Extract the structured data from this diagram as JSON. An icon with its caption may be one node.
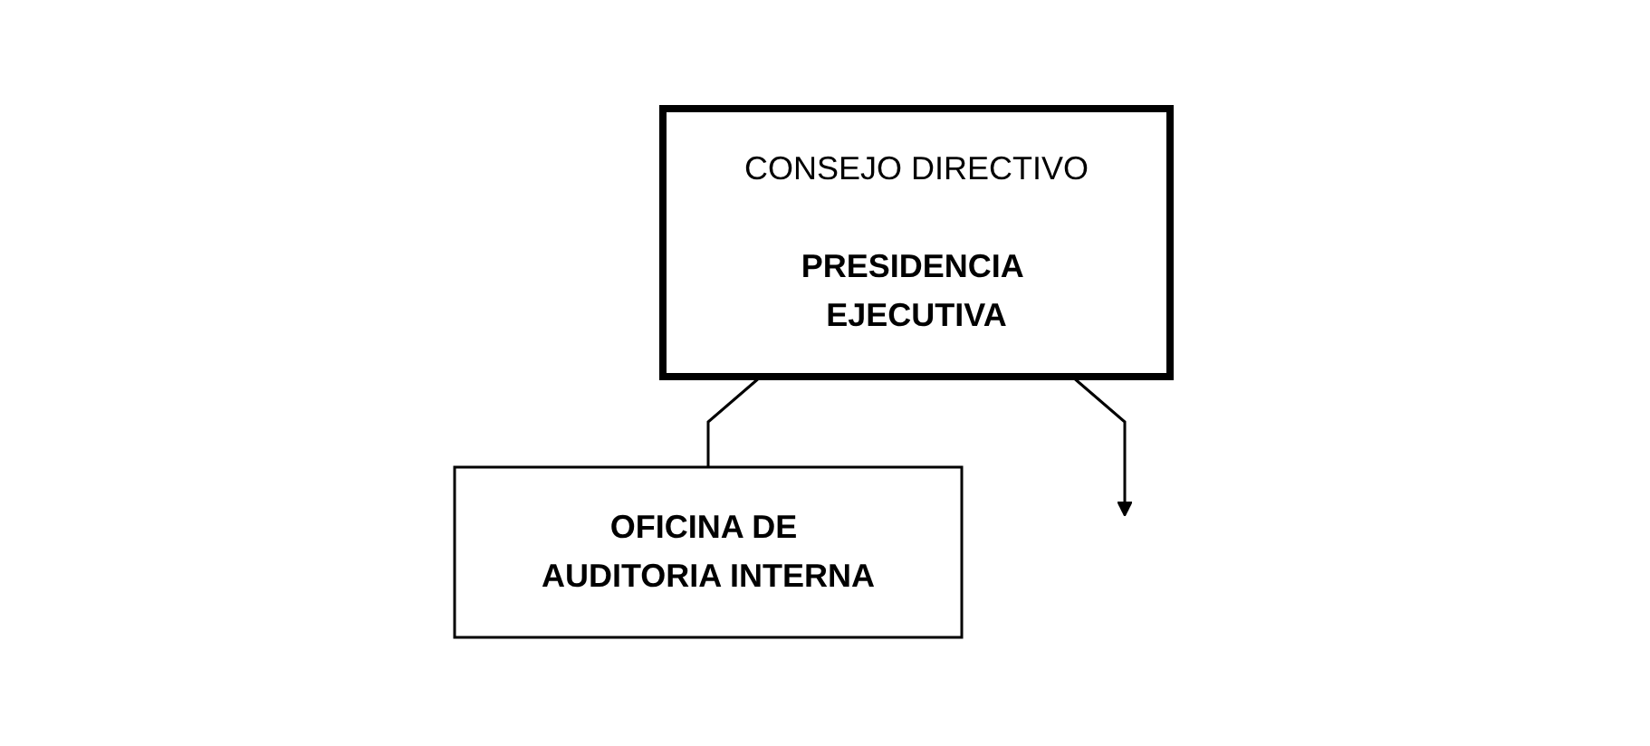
{
  "diagram": {
    "nodes": [
      {
        "text": [
          "CONSEJO DIRECTIVO",
          "PRESIDENCIA EJECUTIVA"
        ]
      },
      {
        "text": [
          "OFICINA DE AUDITORIA INTERNA"
        ]
      }
    ],
    "edges": [
      {
        "from": 0,
        "to": 1,
        "arrow": "none"
      },
      {
        "from": 0,
        "to": null,
        "arrow": "to"
      }
    ]
  }
}
